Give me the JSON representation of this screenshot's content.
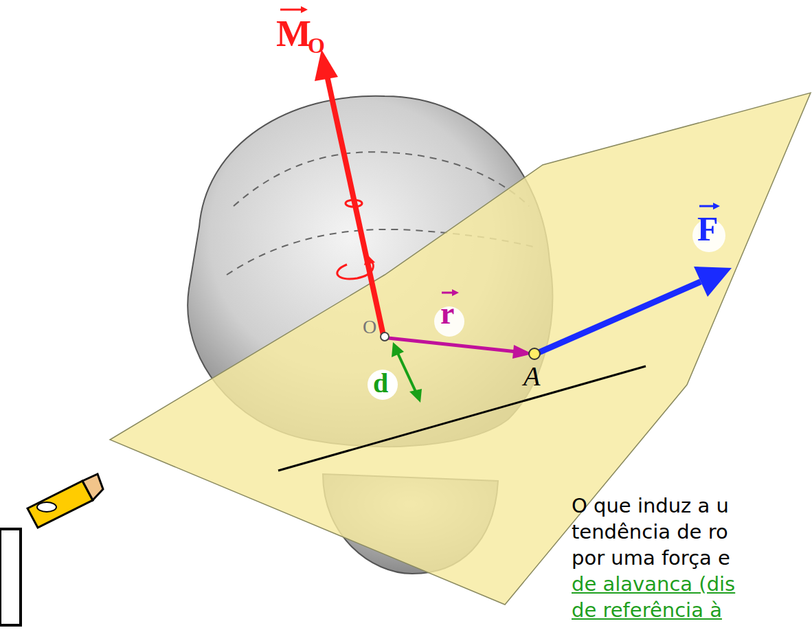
{
  "diagram": {
    "labels": [
      "M",
      "O",
      "O",
      "r",
      "d",
      "A",
      "F",
      "O que induz a u",
      "tendência de ro",
      "por uma força e",
      "de alavanca (dis",
      "de referência à"
    ]
  }
}
